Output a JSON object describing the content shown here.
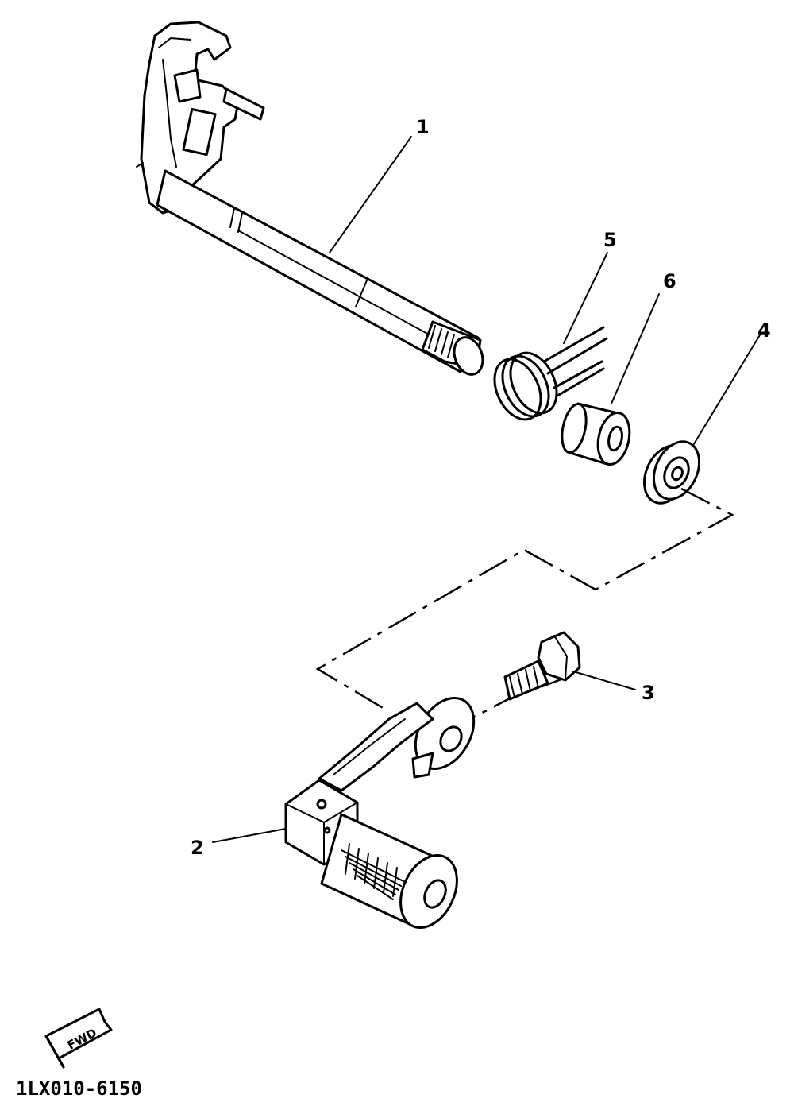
{
  "callouts": {
    "part1": "1",
    "part2": "2",
    "part3": "3",
    "part4": "4",
    "part5": "5",
    "part6": "6"
  },
  "fwd_badge": "FWD",
  "diagram_code": "1LX010-6150",
  "colors": {
    "ink": "#000000",
    "paper": "#ffffff"
  }
}
